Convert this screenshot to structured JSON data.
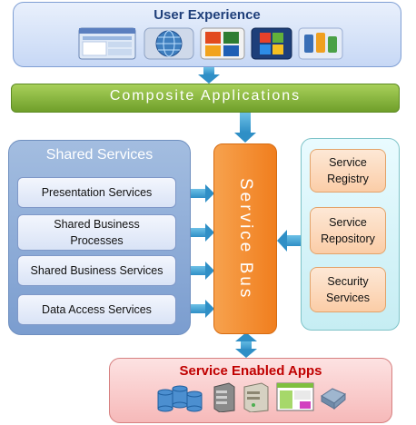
{
  "user_experience": {
    "title": "User Experience",
    "icons": [
      "web-browser-icon",
      "globe-icon",
      "office-icon",
      "windows-logo-icon",
      "mobile-devices-icon"
    ]
  },
  "composite": {
    "label": "Composite Applications"
  },
  "shared_services": {
    "title": "Shared Services",
    "items": [
      "Presentation Services",
      "Shared Business Processes",
      "Shared Business Services",
      "Data Access Services"
    ]
  },
  "service_bus": {
    "label": "Service Bus"
  },
  "right_services": {
    "items": [
      "Service Registry",
      "Service Repository",
      "Security Services"
    ]
  },
  "service_enabled_apps": {
    "title": "Service Enabled Apps",
    "icons": [
      "database-icon",
      "server-icon",
      "computer-icon",
      "application-window-icon",
      "network-icon"
    ]
  },
  "colors": {
    "accent_blue": "#2f8fc6",
    "bus_orange": "#f07e1e",
    "composite_green": "#7fb033",
    "apps_red": "#c00000"
  }
}
